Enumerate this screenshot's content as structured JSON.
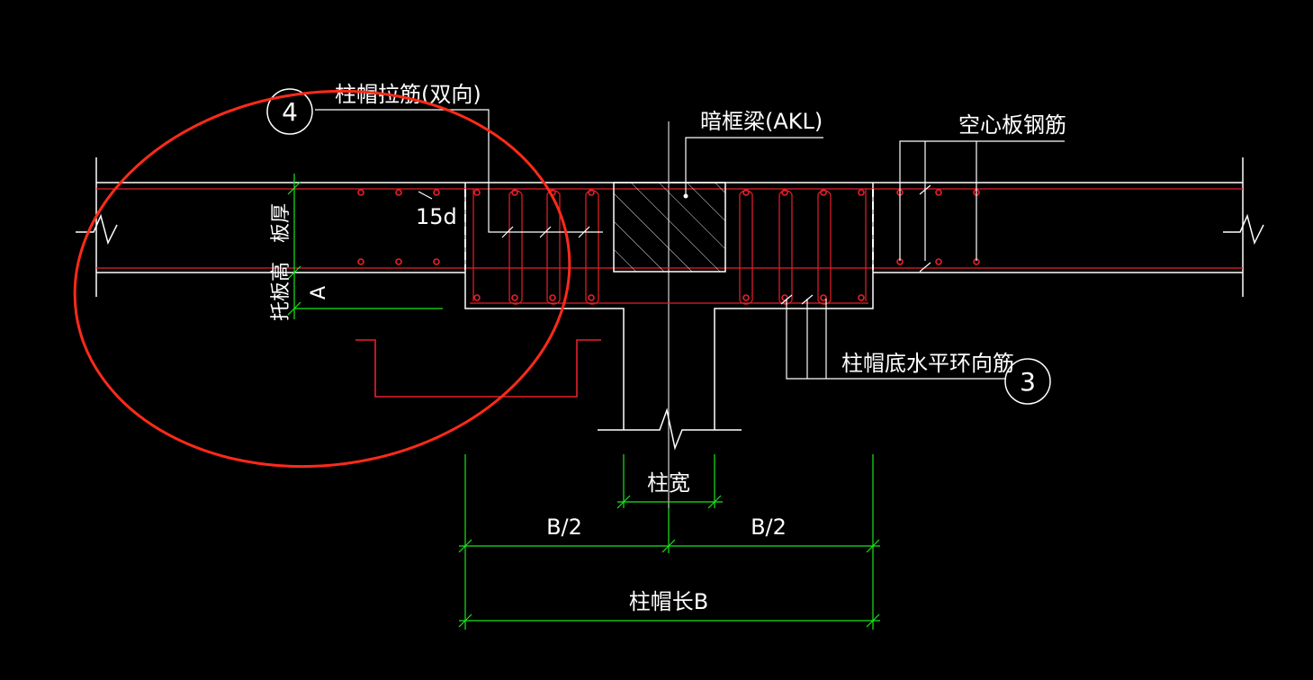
{
  "labels": {
    "tie_bar": "柱帽拉筋(双向)",
    "hidden_beam": "暗框梁(AKL)",
    "hollow_slab_rebar": "空心板钢筋",
    "cap_bottom_ring": "柱帽底水平环向筋",
    "slab_thickness": "板厚",
    "cap_height": "托板高",
    "dim_a": "A",
    "anchor_15d": "15d",
    "column_width": "柱宽",
    "half_b_left": "B/2",
    "half_b_right": "B/2",
    "cap_length": "柱帽长B"
  },
  "callouts": {
    "detail_4": "4",
    "detail_3": "3"
  },
  "colors": {
    "background": "#000000",
    "outline": "#ffffff",
    "rebar": "#e8202a",
    "dimension": "#19e619",
    "highlight": "#ff2a1a"
  }
}
